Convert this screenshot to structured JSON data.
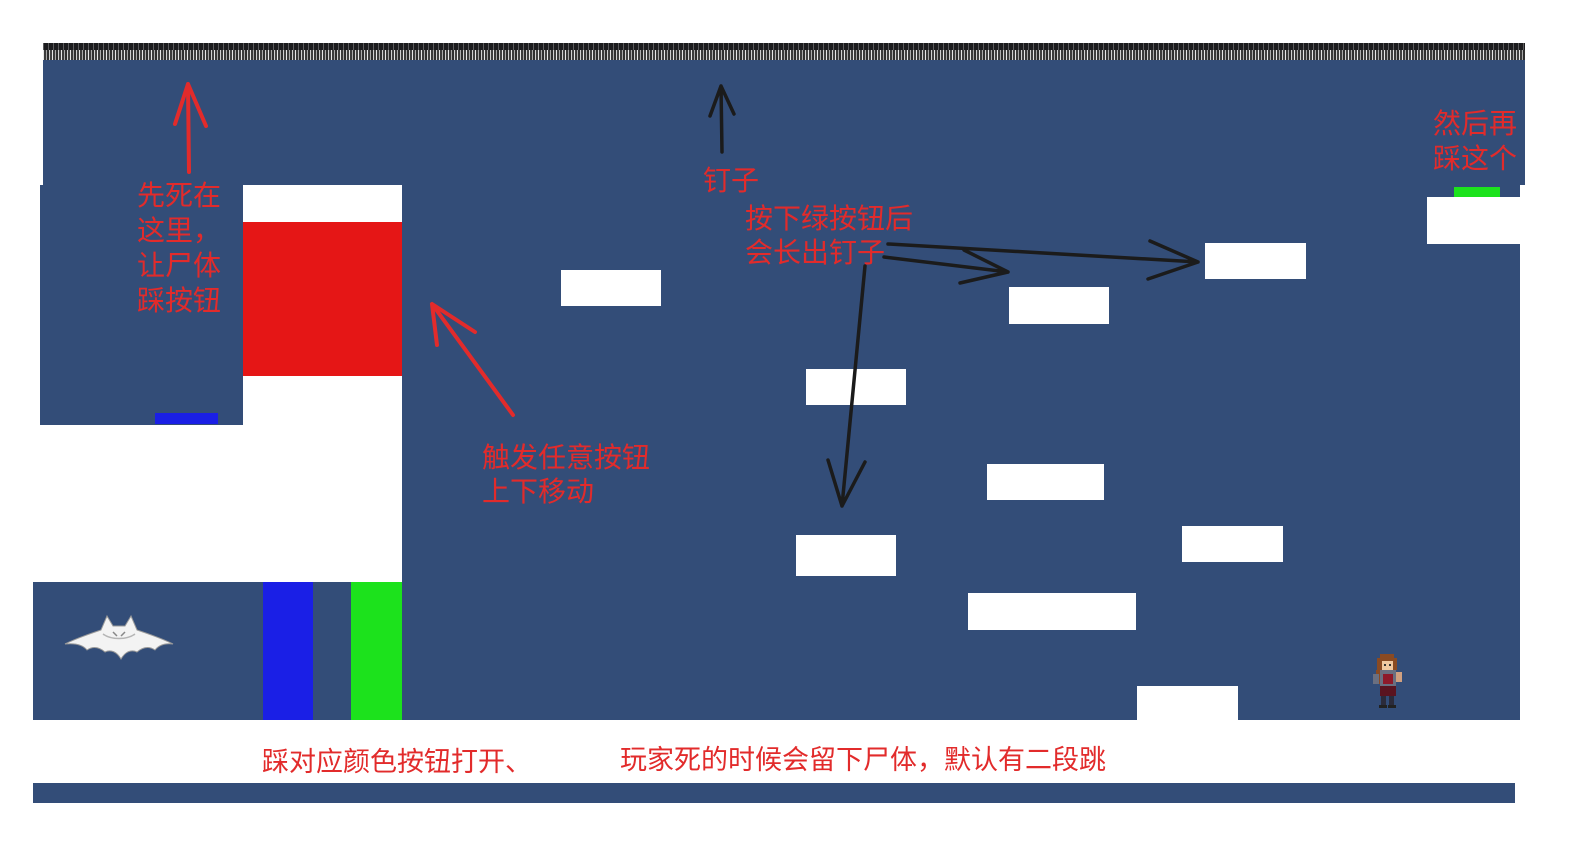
{
  "annotations": {
    "die_here": [
      "先死在",
      "这里，",
      "让尸体",
      "踩按钮"
    ],
    "move_trigger": [
      "触发任意按钮",
      "上下移动"
    ],
    "spikes": "钉子",
    "green_spikes": [
      "按下绿按钮后",
      "会长出钉子"
    ],
    "then_step": [
      "然后再",
      "踩这个"
    ],
    "color_buttons": "踩对应颜色按钮打开、",
    "player_rules": "玩家死的时候会留下尸体，默认有二段跳"
  },
  "colors": {
    "level_blue": "#334d78",
    "annotation_red": "#e22b2b",
    "red_block": "#e51616",
    "blue_switch": "#1a1fe6",
    "green_switch": "#1ce21c",
    "arrow_black": "#1b1b1b",
    "platform_white": "#ffffff"
  },
  "sprites": {
    "enemy": "bat-sprite",
    "player": "player-girl-sprite"
  }
}
